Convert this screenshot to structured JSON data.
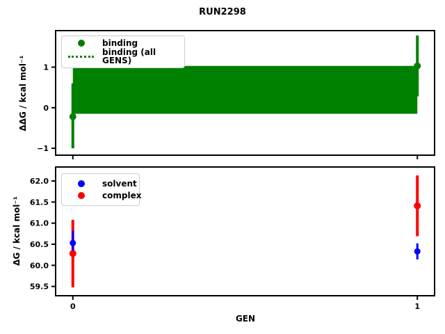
{
  "figure": {
    "title": "RUN2298",
    "background": "#ffffff",
    "text_color": "#000000"
  },
  "chart_data": [
    {
      "type": "scatter",
      "subplot": "top",
      "title": "",
      "xlabel": "",
      "ylabel": "ΔΔG / kcal mol⁻¹",
      "xlim": [
        -0.05,
        1.05
      ],
      "ylim": [
        -1.17,
        1.9
      ],
      "grid": false,
      "yticks": [
        -1,
        0,
        1
      ],
      "ytick_labels": [
        "−1",
        "0",
        "1"
      ],
      "xticks": [
        0,
        1
      ],
      "xtick_labels": [],
      "legend_position": "upper left",
      "legend_labels": [
        "binding",
        "binding (all GENS)"
      ],
      "series": [
        {
          "name": "binding",
          "color": "#008000",
          "marker": "circle",
          "x": [
            0,
            1
          ],
          "y": [
            -0.22,
            1.03
          ],
          "err_lo": [
            -1.0,
            0.28
          ],
          "err_hi": [
            0.6,
            1.78
          ]
        }
      ],
      "band": {
        "label": "binding (all GENS)",
        "color": "#008000",
        "linestyle": "dotted",
        "x_from": 0,
        "x_to": 1,
        "y_lo": -0.15,
        "y_hi": 1.03,
        "center": 0.44
      }
    },
    {
      "type": "scatter",
      "subplot": "bottom",
      "title": "",
      "xlabel": "GEN",
      "ylabel": "ΔG / kcal mol⁻¹",
      "xlim": [
        -0.05,
        1.05
      ],
      "ylim": [
        59.28,
        62.33
      ],
      "grid": false,
      "yticks": [
        59.5,
        60.0,
        60.5,
        61.0,
        61.5,
        62.0
      ],
      "ytick_labels": [
        "59.5",
        "60.0",
        "60.5",
        "61.0",
        "61.5",
        "62.0"
      ],
      "xticks": [
        0,
        1
      ],
      "xtick_labels": [
        "0",
        "1"
      ],
      "legend_position": "upper left",
      "legend_labels": [
        "solvent",
        "complex"
      ],
      "series": [
        {
          "name": "complex",
          "color": "#ff0000",
          "marker": "circle",
          "x": [
            0,
            1
          ],
          "y": [
            60.28,
            61.41
          ],
          "err_lo": [
            59.48,
            60.69
          ],
          "err_hi": [
            61.08,
            62.13
          ]
        },
        {
          "name": "solvent",
          "color": "#0000ff",
          "marker": "circle",
          "x": [
            0,
            1
          ],
          "y": [
            60.53,
            60.33
          ],
          "err_lo": [
            60.35,
            60.14
          ],
          "err_hi": [
            60.82,
            60.52
          ]
        }
      ]
    }
  ]
}
